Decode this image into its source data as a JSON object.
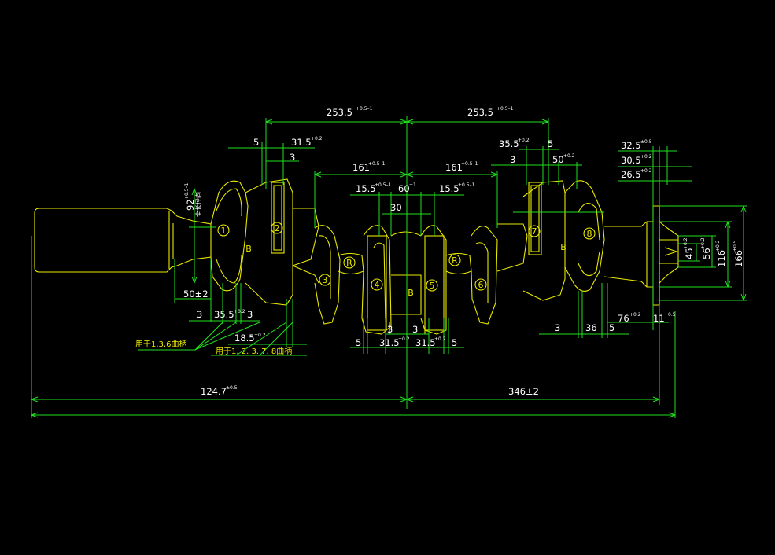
{
  "dimensions": {
    "top_left": {
      "value": "253.5",
      "tol": "+0.5–1"
    },
    "top_right": {
      "value": "253.5",
      "tol": "+0.5–1"
    },
    "d_31_5_top": {
      "value": "31.5",
      "tol": "+0.2"
    },
    "d_5_top": "5",
    "d_3_top": "3",
    "d_161_left": {
      "value": "161",
      "tol": "+0.5–1"
    },
    "d_161_right": {
      "value": "161",
      "tol": "+0.5–1"
    },
    "d_15_5_left": {
      "value": "15.5",
      "tol": "+0.5–1"
    },
    "d_60": {
      "value": "60",
      "tol": "±1"
    },
    "d_15_5_right": {
      "value": "15.5",
      "tol": "+0.5–1"
    },
    "d_30": "30",
    "d_35_5_top": {
      "value": "35.5",
      "tol": "+0.2"
    },
    "d_5_top_r": "5",
    "d_3_top_r": "3",
    "d_50_top": {
      "value": "50",
      "tol": "+0.2"
    },
    "d_32_5": {
      "value": "32.5",
      "tol": "±0.5"
    },
    "d_30_5": {
      "value": "30.5",
      "tol": "+0.2"
    },
    "d_26_5": {
      "value": "26.5",
      "tol": "+0.2"
    },
    "d_92": {
      "value": "92",
      "tol": "+0.5–1"
    },
    "d_92_note": "全长径向",
    "d_50_bot": "50±2",
    "d_3_bl1": "3",
    "d_35_5_bl": {
      "value": "35.5",
      "tol": "+0.2"
    },
    "d_3_bl2": "3",
    "d_18_5": {
      "value": "18.5",
      "tol": "+0.2"
    },
    "d_5_b1": "5",
    "d_3_b1": "3",
    "d_31_5_b1": {
      "value": "31.5",
      "tol": "+0.2"
    },
    "d_3_b2": "3",
    "d_31_5_b2": {
      "value": "31.5",
      "tol": "+0.2"
    },
    "d_5_b2": "5",
    "d_3_br": "3",
    "d_36": "36",
    "d_5_br": "5",
    "d_76": {
      "value": "76",
      "tol": "+0.2"
    },
    "d_11": {
      "value": "11",
      "tol": "+0.5"
    },
    "d_45": {
      "value": "45",
      "tol": "+0.2"
    },
    "d_56": {
      "value": "56",
      "tol": "+0.2"
    },
    "d_116": {
      "value": "116",
      "tol": "+0.2"
    },
    "d_166": {
      "value": "166",
      "tol": "±0.5"
    },
    "total_left": {
      "value": "124.7",
      "tol": "±0.5"
    },
    "total_right": "346±2"
  },
  "notes": {
    "note_136": "用于1,3,6曲柄",
    "note_12378": "用于1. 2. 3. 7. 8曲柄"
  },
  "labels": {
    "crank_1": "1",
    "crank_2": "2",
    "crank_3": "3",
    "crank_4": "4",
    "crank_5": "5",
    "crank_6": "6",
    "crank_7": "7",
    "crank_8": "8",
    "r_left": "R",
    "r_right": "R",
    "b_left": "B",
    "b_center": "B",
    "b_right": "B"
  },
  "colors": {
    "background": "#000000",
    "dimension": "#20e020",
    "outline": "#e8e800",
    "text": "#ffffff"
  }
}
